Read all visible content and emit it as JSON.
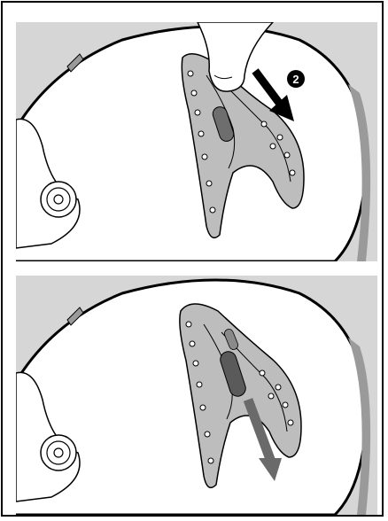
{
  "steps": [
    {
      "badge": "2"
    }
  ],
  "colors": {
    "background": "#d6d6d6",
    "helmet_shell": "#ffffff",
    "visor_mount": "#bdbdbd",
    "mount_dark": "#6e6e6e",
    "outline": "#000000",
    "arrow": "#000000",
    "arrow_gray": "#6a6a6a"
  },
  "icons": [
    "finger-press",
    "arrow-down-right",
    "helmet-ratchet"
  ]
}
